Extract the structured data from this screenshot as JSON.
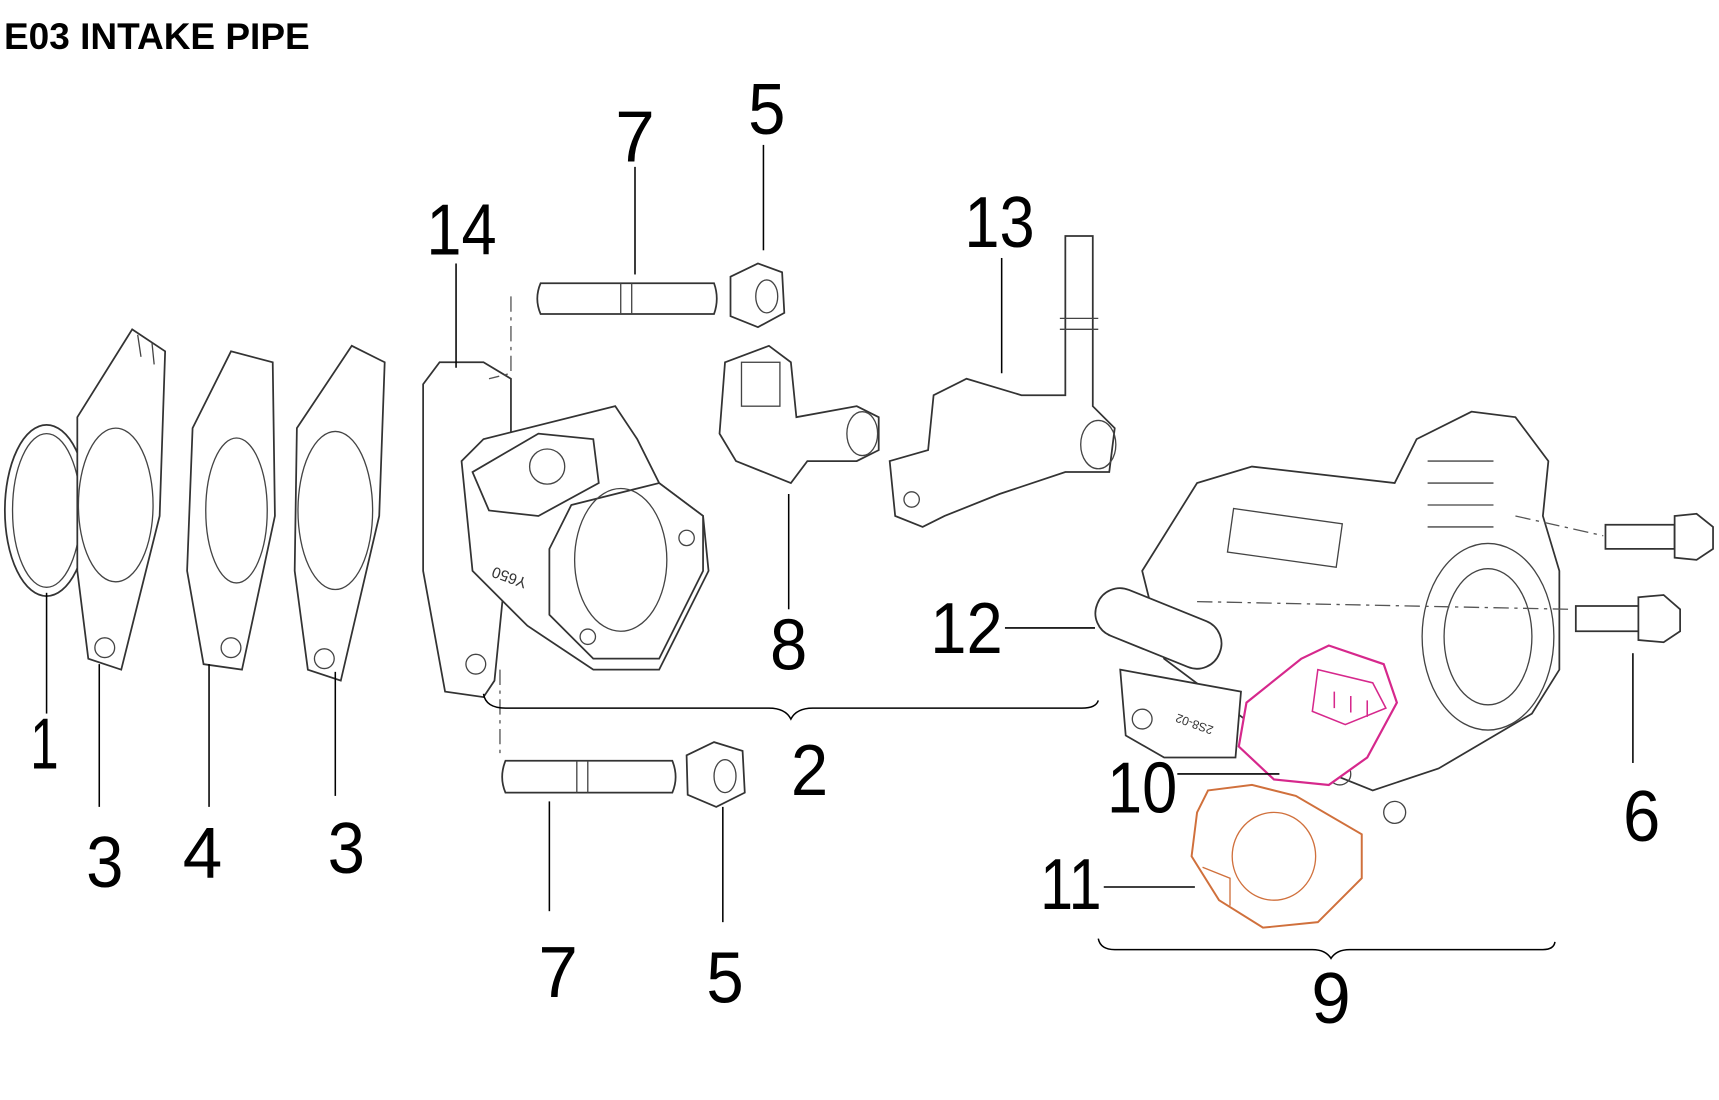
{
  "title": "E03 INTAKE PIPE",
  "callouts": {
    "c7_top": "7",
    "c5_top": "5",
    "c14": "14",
    "c13": "13",
    "c1": "1",
    "c3_left": "3",
    "c4": "4",
    "c3_right": "3",
    "c8": "8",
    "c12": "12",
    "c2": "2",
    "c10": "10",
    "c6": "6",
    "c11": "11",
    "c7_bottom": "7",
    "c5_bottom": "5",
    "c9": "9"
  },
  "part_markings": [
    "Y650",
    "2S8-02"
  ],
  "colors": {
    "sensor_10": "#d6288c",
    "sensor_11": "#d0703c"
  }
}
